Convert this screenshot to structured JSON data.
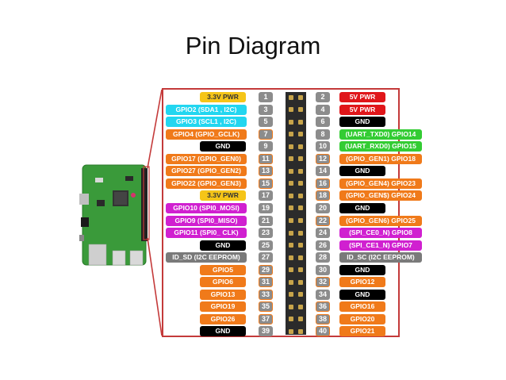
{
  "title": "Pin Diagram",
  "colors": {
    "power_3v3": "#f5c518",
    "power_5v": "#e0161a",
    "i2c": "#22d6f0",
    "gpio": "#f07a1a",
    "ground": "#000000",
    "uart": "#33cc33",
    "spi": "#d020d0",
    "eeprom": "#7a7a7a",
    "number_bg": "#8c8c8c",
    "frame": "#c43a3a"
  },
  "left_pins": [
    {
      "num": "1",
      "label": "3.3V PWR",
      "kind": "power_3v3",
      "outline": false
    },
    {
      "num": "3",
      "label": "GPIO2 (SDA1 , I2C)",
      "kind": "i2c",
      "outline": false
    },
    {
      "num": "5",
      "label": "GPIO3 (SCL1 , I2C)",
      "kind": "i2c",
      "outline": false
    },
    {
      "num": "7",
      "label": "GPIO4 (GPIO_GCLK)",
      "kind": "gpio",
      "outline": true
    },
    {
      "num": "9",
      "label": "GND",
      "kind": "ground",
      "outline": false
    },
    {
      "num": "11",
      "label": "GPIO17 (GPIO_GEN0)",
      "kind": "gpio",
      "outline": true
    },
    {
      "num": "13",
      "label": "GPIO27 (GPIO_GEN2)",
      "kind": "gpio",
      "outline": true
    },
    {
      "num": "15",
      "label": "GPIO22 (GPIO_GEN3)",
      "kind": "gpio",
      "outline": true
    },
    {
      "num": "17",
      "label": "3.3V PWR",
      "kind": "power_3v3",
      "outline": false
    },
    {
      "num": "19",
      "label": "GPIO10 (SPI0_MOSI)",
      "kind": "spi",
      "outline": false
    },
    {
      "num": "21",
      "label": "GPIO9 (SPI0_MISO)",
      "kind": "spi",
      "outline": false
    },
    {
      "num": "23",
      "label": "GPIO11 (SPI0_ CLK)",
      "kind": "spi",
      "outline": false
    },
    {
      "num": "25",
      "label": "GND",
      "kind": "ground",
      "outline": false
    },
    {
      "num": "27",
      "label": "ID_SD (I2C EEPROM)",
      "kind": "eeprom",
      "outline": false
    },
    {
      "num": "29",
      "label": "GPIO5",
      "kind": "gpio",
      "outline": true
    },
    {
      "num": "31",
      "label": "GPIO6",
      "kind": "gpio",
      "outline": true
    },
    {
      "num": "33",
      "label": "GPIO13",
      "kind": "gpio",
      "outline": true
    },
    {
      "num": "35",
      "label": "GPIO19",
      "kind": "gpio",
      "outline": true
    },
    {
      "num": "37",
      "label": "GPIO26",
      "kind": "gpio",
      "outline": true
    },
    {
      "num": "39",
      "label": "GND",
      "kind": "ground",
      "outline": false
    }
  ],
  "right_pins": [
    {
      "num": "2",
      "label": "5V PWR",
      "kind": "power_5v",
      "outline": false
    },
    {
      "num": "4",
      "label": "5V PWR",
      "kind": "power_5v",
      "outline": false
    },
    {
      "num": "6",
      "label": "GND",
      "kind": "ground",
      "outline": false
    },
    {
      "num": "8",
      "label": "(UART_TXD0) GPIO14",
      "kind": "uart",
      "outline": false
    },
    {
      "num": "10",
      "label": "(UART_RXD0) GPIO15",
      "kind": "uart",
      "outline": false
    },
    {
      "num": "12",
      "label": "(GPIO_GEN1) GPIO18",
      "kind": "gpio",
      "outline": true
    },
    {
      "num": "14",
      "label": "GND",
      "kind": "ground",
      "outline": false
    },
    {
      "num": "16",
      "label": "(GPIO_GEN4) GPIO23",
      "kind": "gpio",
      "outline": true
    },
    {
      "num": "18",
      "label": "(GPIO_GEN$) GPIO24",
      "kind": "gpio",
      "outline": true
    },
    {
      "num": "20",
      "label": "GND",
      "kind": "ground",
      "outline": false
    },
    {
      "num": "22",
      "label": "(GPIO_GEN6) GPIO25",
      "kind": "gpio",
      "outline": true
    },
    {
      "num": "24",
      "label": "(SPI_CE0_N) GPIO8",
      "kind": "spi",
      "outline": false
    },
    {
      "num": "26",
      "label": "(SPI_CE1_N) GPIO7",
      "kind": "spi",
      "outline": false
    },
    {
      "num": "28",
      "label": "ID_SC (I2C EEPROM)",
      "kind": "eeprom",
      "outline": false
    },
    {
      "num": "30",
      "label": "GND",
      "kind": "ground",
      "outline": false
    },
    {
      "num": "32",
      "label": "GPIO12",
      "kind": "gpio",
      "outline": true
    },
    {
      "num": "34",
      "label": "GND",
      "kind": "ground",
      "outline": false
    },
    {
      "num": "36",
      "label": "GPIO16",
      "kind": "gpio",
      "outline": true
    },
    {
      "num": "38",
      "label": "GPIO20",
      "kind": "gpio",
      "outline": true
    },
    {
      "num": "40",
      "label": "GPIO21",
      "kind": "gpio",
      "outline": true
    }
  ]
}
